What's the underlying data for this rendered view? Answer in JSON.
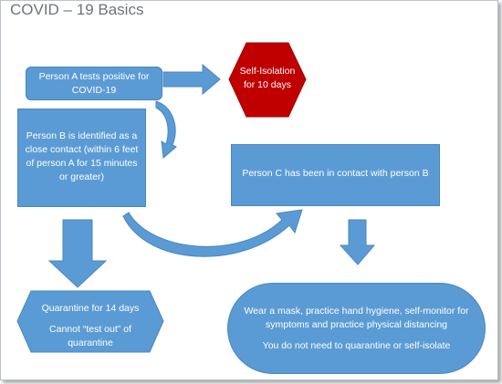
{
  "title": "COVID – 19 Basics",
  "nodes": {
    "person_a": "Person A tests positive for COVID-19",
    "self_isolation": "Self-Isolation for 10 days",
    "person_b": "Person B is identified as a close contact (within 6 feet of person A for 15 minutes or greater)",
    "person_c": "Person C has been in contact with person B",
    "quarantine_line1": "Quarantine for 14 days",
    "quarantine_line2": "Cannot “test out” of quarantine",
    "wear_line1": "Wear a mask, practice hand hygiene, self-monitor for symptoms and practice physical distancing",
    "wear_line2": "You do not need to quarantine or self-isolate"
  },
  "colors": {
    "box_fill": "#5b9bd5",
    "box_border": "#4a86bf",
    "alert_fill": "#c00000",
    "text": "#ffffff",
    "title": "#6f7479"
  }
}
